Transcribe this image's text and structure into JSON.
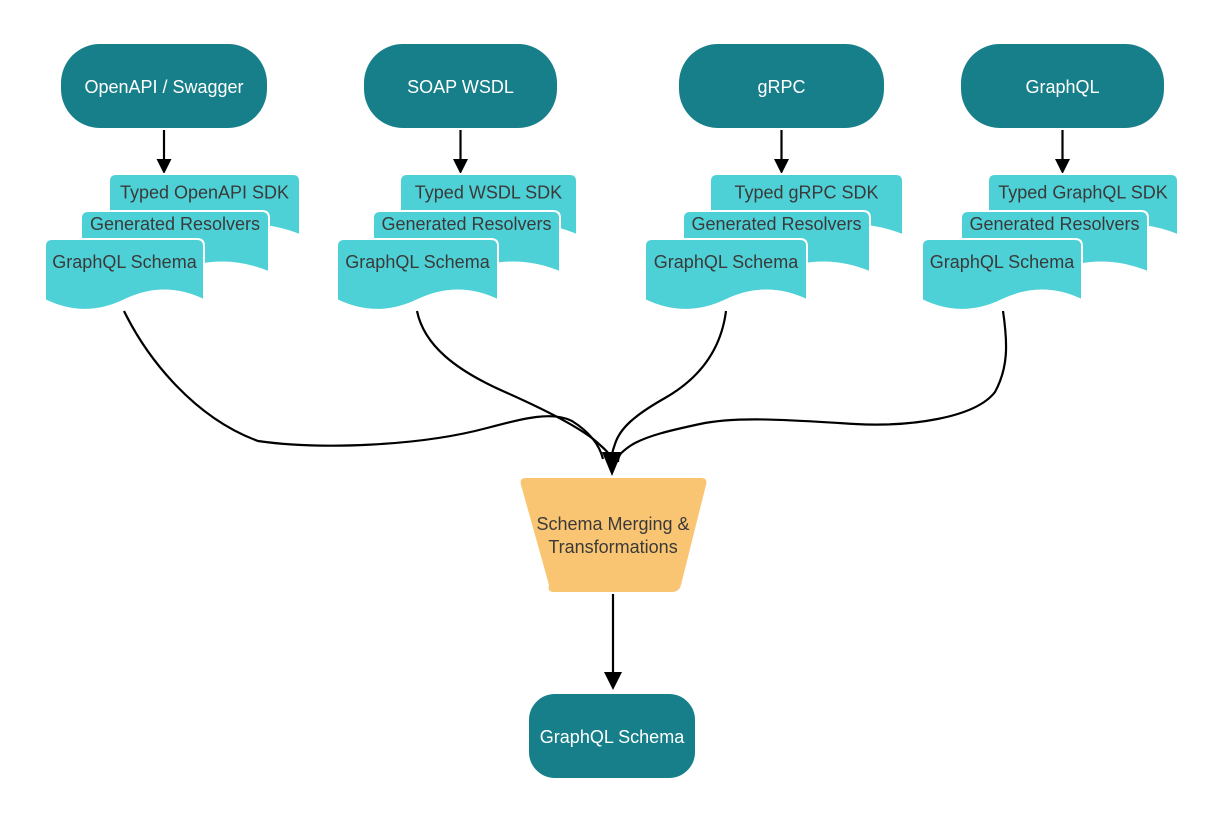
{
  "colors": {
    "source_node": "#177F8A",
    "document": "#4ED1D6",
    "merge_node": "#FAC572",
    "output_node": "#177F8A",
    "edge": "#000000",
    "source_text": "#ffffff",
    "document_text": "#3A3A3A",
    "merge_text": "#3A3A3A",
    "output_text": "#ffffff",
    "background": "#ffffff"
  },
  "columns": [
    {
      "source": "OpenAPI / Swagger",
      "docs": [
        "Typed OpenAPI SDK",
        "Generated Resolvers",
        "GraphQL Schema"
      ]
    },
    {
      "source": "SOAP WSDL",
      "docs": [
        "Typed WSDL SDK",
        "Generated Resolvers",
        "GraphQL Schema"
      ]
    },
    {
      "source": "gRPC",
      "docs": [
        "Typed gRPC SDK",
        "Generated Resolvers",
        "GraphQL Schema"
      ]
    },
    {
      "source": "GraphQL",
      "docs": [
        "Typed GraphQL SDK",
        "Generated Resolvers",
        "GraphQL Schema"
      ]
    }
  ],
  "merge_node": {
    "lines": [
      "Schema Merging &",
      "Transformations"
    ]
  },
  "output_node": {
    "label": "GraphQL Schema"
  }
}
